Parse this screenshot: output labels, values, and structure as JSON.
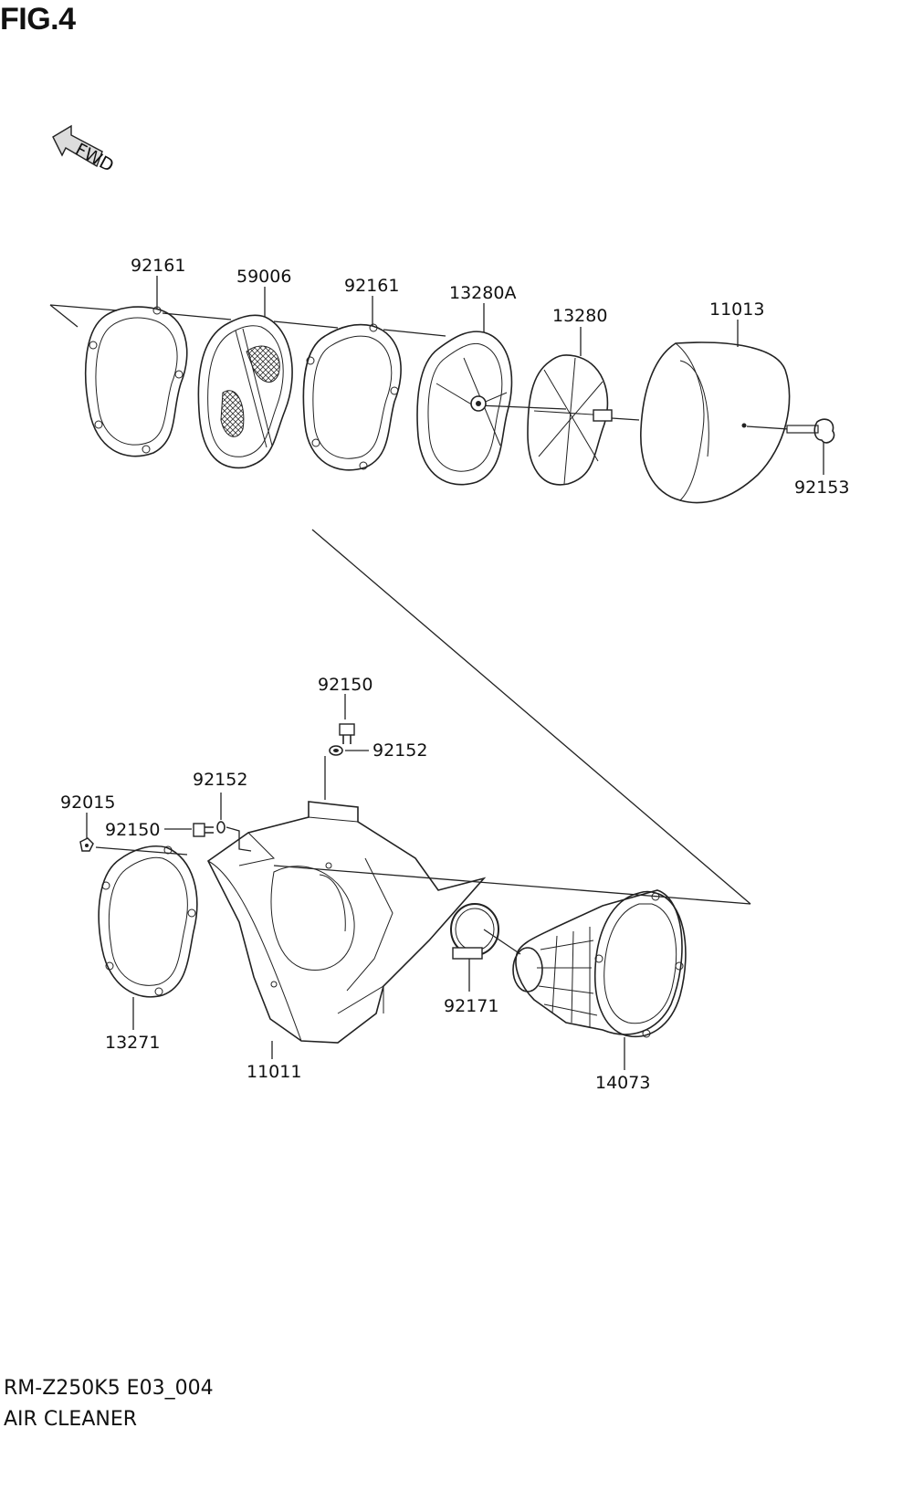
{
  "figure": {
    "title": "FIG.4",
    "direction_tag": "FWD"
  },
  "footer": {
    "model_code": "RM-Z250K5 E03_004",
    "section_name": "AIR CLEANER"
  },
  "callouts": {
    "c92161a": "92161",
    "c59006": "59006",
    "c92161b": "92161",
    "c13280A": "13280A",
    "c13280": "13280",
    "c11013": "11013",
    "c92153": "92153",
    "c92150top": "92150",
    "c92152top": "92152",
    "c92152mid": "92152",
    "c92015": "92015",
    "c92150mid": "92150",
    "c13271": "13271",
    "c11011": "11011",
    "c92171": "92171",
    "c14073": "14073"
  }
}
